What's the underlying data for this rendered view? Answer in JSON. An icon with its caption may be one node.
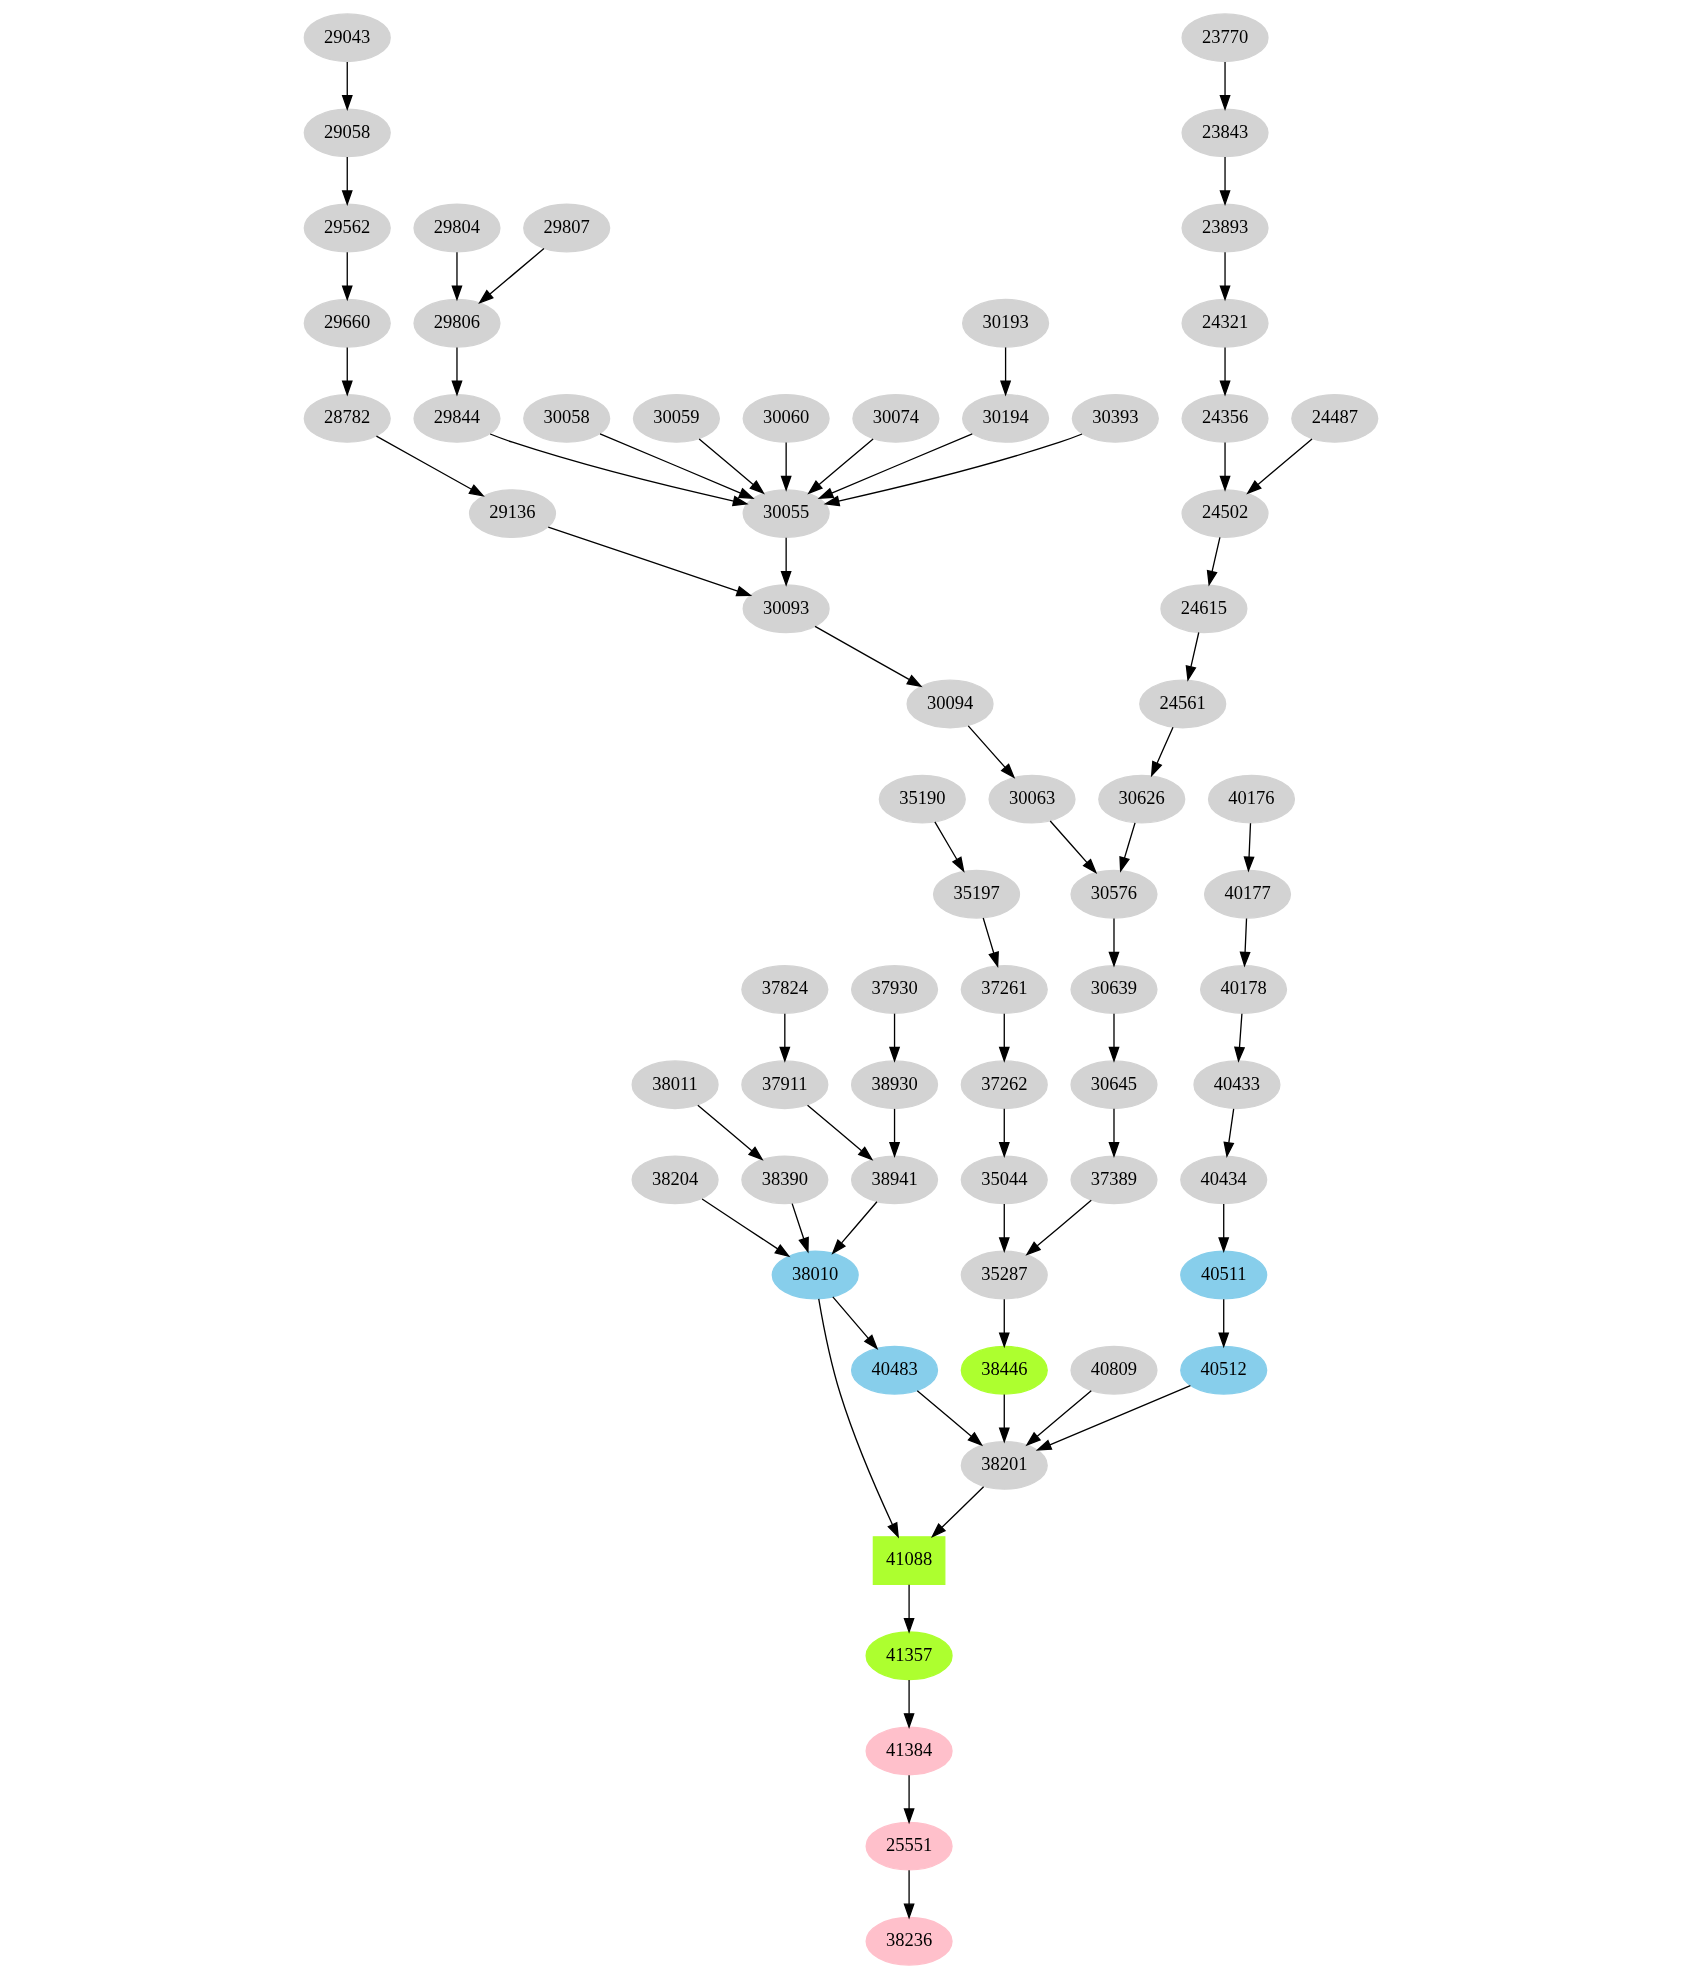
{
  "diagram": {
    "nodes": [
      {
        "text": [
          "29043"
        ]
      },
      {
        "text": [
          "23770"
        ]
      },
      {
        "text": [
          "29058"
        ]
      },
      {
        "text": [
          "23843"
        ]
      },
      {
        "text": [
          "29562"
        ]
      },
      {
        "text": [
          "29804"
        ]
      },
      {
        "text": [
          "29807"
        ]
      },
      {
        "text": [
          "23893"
        ]
      },
      {
        "text": [
          "29660"
        ]
      },
      {
        "text": [
          "29806"
        ]
      },
      {
        "text": [
          "30193"
        ]
      },
      {
        "text": [
          "24321"
        ]
      },
      {
        "text": [
          "28782"
        ]
      },
      {
        "text": [
          "29844"
        ]
      },
      {
        "text": [
          "30058"
        ]
      },
      {
        "text": [
          "30059"
        ]
      },
      {
        "text": [
          "30060"
        ]
      },
      {
        "text": [
          "30074"
        ]
      },
      {
        "text": [
          "30194"
        ]
      },
      {
        "text": [
          "30393"
        ]
      },
      {
        "text": [
          "24356"
        ]
      },
      {
        "text": [
          "24487"
        ]
      },
      {
        "text": [
          "29136"
        ]
      },
      {
        "text": [
          "30055"
        ]
      },
      {
        "text": [
          "24502"
        ]
      },
      {
        "text": [
          "30093"
        ]
      },
      {
        "text": [
          "24615"
        ]
      },
      {
        "text": [
          "30094"
        ]
      },
      {
        "text": [
          "24561"
        ]
      },
      {
        "text": [
          "35190"
        ]
      },
      {
        "text": [
          "30063"
        ]
      },
      {
        "text": [
          "30626"
        ]
      },
      {
        "text": [
          "40176"
        ]
      },
      {
        "text": [
          "35197"
        ]
      },
      {
        "text": [
          "30576"
        ]
      },
      {
        "text": [
          "40177"
        ]
      },
      {
        "text": [
          "37261"
        ]
      },
      {
        "text": [
          "30639"
        ]
      },
      {
        "text": [
          "40178"
        ]
      },
      {
        "text": [
          "37824"
        ]
      },
      {
        "text": [
          "37930"
        ]
      },
      {
        "text": [
          "37262"
        ]
      },
      {
        "text": [
          "30645"
        ]
      },
      {
        "text": [
          "40433"
        ]
      },
      {
        "text": [
          "38011"
        ]
      },
      {
        "text": [
          "37911"
        ]
      },
      {
        "text": [
          "38930"
        ]
      },
      {
        "text": [
          "35044"
        ]
      },
      {
        "text": [
          "37389"
        ]
      },
      {
        "text": [
          "40434"
        ]
      },
      {
        "text": [
          "38204"
        ]
      },
      {
        "text": [
          "38390"
        ]
      },
      {
        "text": [
          "38941"
        ]
      },
      {
        "text": [
          "35287"
        ]
      },
      {
        "text": [
          "40511"
        ]
      },
      {
        "text": [
          "38010"
        ]
      },
      {
        "text": [
          "38446"
        ]
      },
      {
        "text": [
          "40512"
        ]
      },
      {
        "text": [
          "40809"
        ]
      },
      {
        "text": [
          "40483"
        ]
      },
      {
        "text": [
          "38201"
        ]
      },
      {
        "text": [
          "41088"
        ]
      },
      {
        "text": [
          "41357"
        ]
      },
      {
        "text": [
          "41384"
        ]
      },
      {
        "text": [
          "25551"
        ]
      },
      {
        "text": [
          "38236"
        ]
      }
    ],
    "edges": [
      {
        "from": 0,
        "to": 2,
        "arrow": "to"
      },
      {
        "from": 2,
        "to": 4,
        "arrow": "to"
      },
      {
        "from": 4,
        "to": 8,
        "arrow": "to"
      },
      {
        "from": 8,
        "to": 12,
        "arrow": "to"
      },
      {
        "from": 12,
        "to": 22,
        "arrow": "to"
      },
      {
        "from": 22,
        "to": 25,
        "arrow": "to"
      },
      {
        "from": 5,
        "to": 9,
        "arrow": "to"
      },
      {
        "from": 6,
        "to": 9,
        "arrow": "to"
      },
      {
        "from": 9,
        "to": 13,
        "arrow": "to"
      },
      {
        "from": 13,
        "to": 23,
        "arrow": "to"
      },
      {
        "from": 14,
        "to": 23,
        "arrow": "to"
      },
      {
        "from": 15,
        "to": 23,
        "arrow": "to"
      },
      {
        "from": 16,
        "to": 23,
        "arrow": "to"
      },
      {
        "from": 17,
        "to": 23,
        "arrow": "to"
      },
      {
        "from": 18,
        "to": 23,
        "arrow": "to"
      },
      {
        "from": 19,
        "to": 23,
        "arrow": "to"
      },
      {
        "from": 10,
        "to": 18,
        "arrow": "to"
      },
      {
        "from": 23,
        "to": 25,
        "arrow": "to"
      },
      {
        "from": 25,
        "to": 27,
        "arrow": "to"
      },
      {
        "from": 27,
        "to": 30,
        "arrow": "to"
      },
      {
        "from": 30,
        "to": 34,
        "arrow": "to"
      },
      {
        "from": 1,
        "to": 3,
        "arrow": "to"
      },
      {
        "from": 3,
        "to": 7,
        "arrow": "to"
      },
      {
        "from": 7,
        "to": 11,
        "arrow": "to"
      },
      {
        "from": 11,
        "to": 20,
        "arrow": "to"
      },
      {
        "from": 20,
        "to": 24,
        "arrow": "to"
      },
      {
        "from": 21,
        "to": 24,
        "arrow": "to"
      },
      {
        "from": 24,
        "to": 26,
        "arrow": "to"
      },
      {
        "from": 26,
        "to": 28,
        "arrow": "to"
      },
      {
        "from": 28,
        "to": 31,
        "arrow": "to"
      },
      {
        "from": 31,
        "to": 34,
        "arrow": "to"
      },
      {
        "from": 34,
        "to": 37,
        "arrow": "to"
      },
      {
        "from": 37,
        "to": 42,
        "arrow": "to"
      },
      {
        "from": 42,
        "to": 48,
        "arrow": "to"
      },
      {
        "from": 48,
        "to": 53,
        "arrow": "to"
      },
      {
        "from": 29,
        "to": 33,
        "arrow": "to"
      },
      {
        "from": 33,
        "to": 36,
        "arrow": "to"
      },
      {
        "from": 36,
        "to": 41,
        "arrow": "to"
      },
      {
        "from": 41,
        "to": 47,
        "arrow": "to"
      },
      {
        "from": 47,
        "to": 53,
        "arrow": "to"
      },
      {
        "from": 53,
        "to": 56,
        "arrow": "to"
      },
      {
        "from": 32,
        "to": 35,
        "arrow": "to"
      },
      {
        "from": 35,
        "to": 38,
        "arrow": "to"
      },
      {
        "from": 38,
        "to": 43,
        "arrow": "to"
      },
      {
        "from": 43,
        "to": 49,
        "arrow": "to"
      },
      {
        "from": 49,
        "to": 54,
        "arrow": "to"
      },
      {
        "from": 54,
        "to": 57,
        "arrow": "to"
      },
      {
        "from": 39,
        "to": 45,
        "arrow": "to"
      },
      {
        "from": 45,
        "to": 52,
        "arrow": "to"
      },
      {
        "from": 40,
        "to": 46,
        "arrow": "to"
      },
      {
        "from": 46,
        "to": 52,
        "arrow": "to"
      },
      {
        "from": 44,
        "to": 51,
        "arrow": "to"
      },
      {
        "from": 51,
        "to": 55,
        "arrow": "to"
      },
      {
        "from": 50,
        "to": 55,
        "arrow": "to"
      },
      {
        "from": 52,
        "to": 55,
        "arrow": "to"
      },
      {
        "from": 55,
        "to": 59,
        "arrow": "to"
      },
      {
        "from": 55,
        "to": 61,
        "arrow": "to"
      },
      {
        "from": 56,
        "to": 60,
        "arrow": "to"
      },
      {
        "from": 57,
        "to": 60,
        "arrow": "to"
      },
      {
        "from": 58,
        "to": 60,
        "arrow": "to"
      },
      {
        "from": 59,
        "to": 60,
        "arrow": "to"
      },
      {
        "from": 60,
        "to": 61,
        "arrow": "to"
      },
      {
        "from": 61,
        "to": 62,
        "arrow": "to"
      },
      {
        "from": 62,
        "to": 63,
        "arrow": "to"
      },
      {
        "from": 63,
        "to": 64,
        "arrow": "to"
      },
      {
        "from": 64,
        "to": 65,
        "arrow": "to"
      }
    ]
  }
}
